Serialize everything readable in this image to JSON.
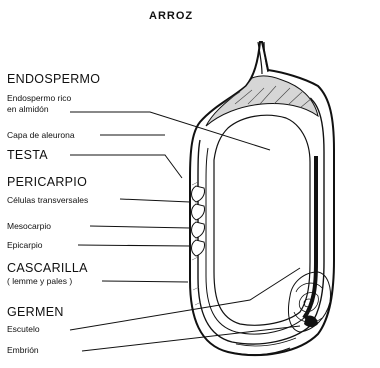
{
  "title": "ARROZ",
  "labels": {
    "endospermo": "ENDOSPERMO",
    "endospermo_rico_1": "Endospermo rico",
    "endospermo_rico_2": "en almidón",
    "capa_aleurona": "Capa de aleurona",
    "testa": "TESTA",
    "pericarpio": "PERICARPIO",
    "celulas_transversales": "Células transversales",
    "mesocarpio": "Mesocarpio",
    "epicarpio": "Epicarpio",
    "cascarilla": "CASCARILLA",
    "lemma_palea": "( lemme y pales )",
    "germen": "GERMEN",
    "escutelo": "Escutelo",
    "embrion": "Embrión"
  }
}
